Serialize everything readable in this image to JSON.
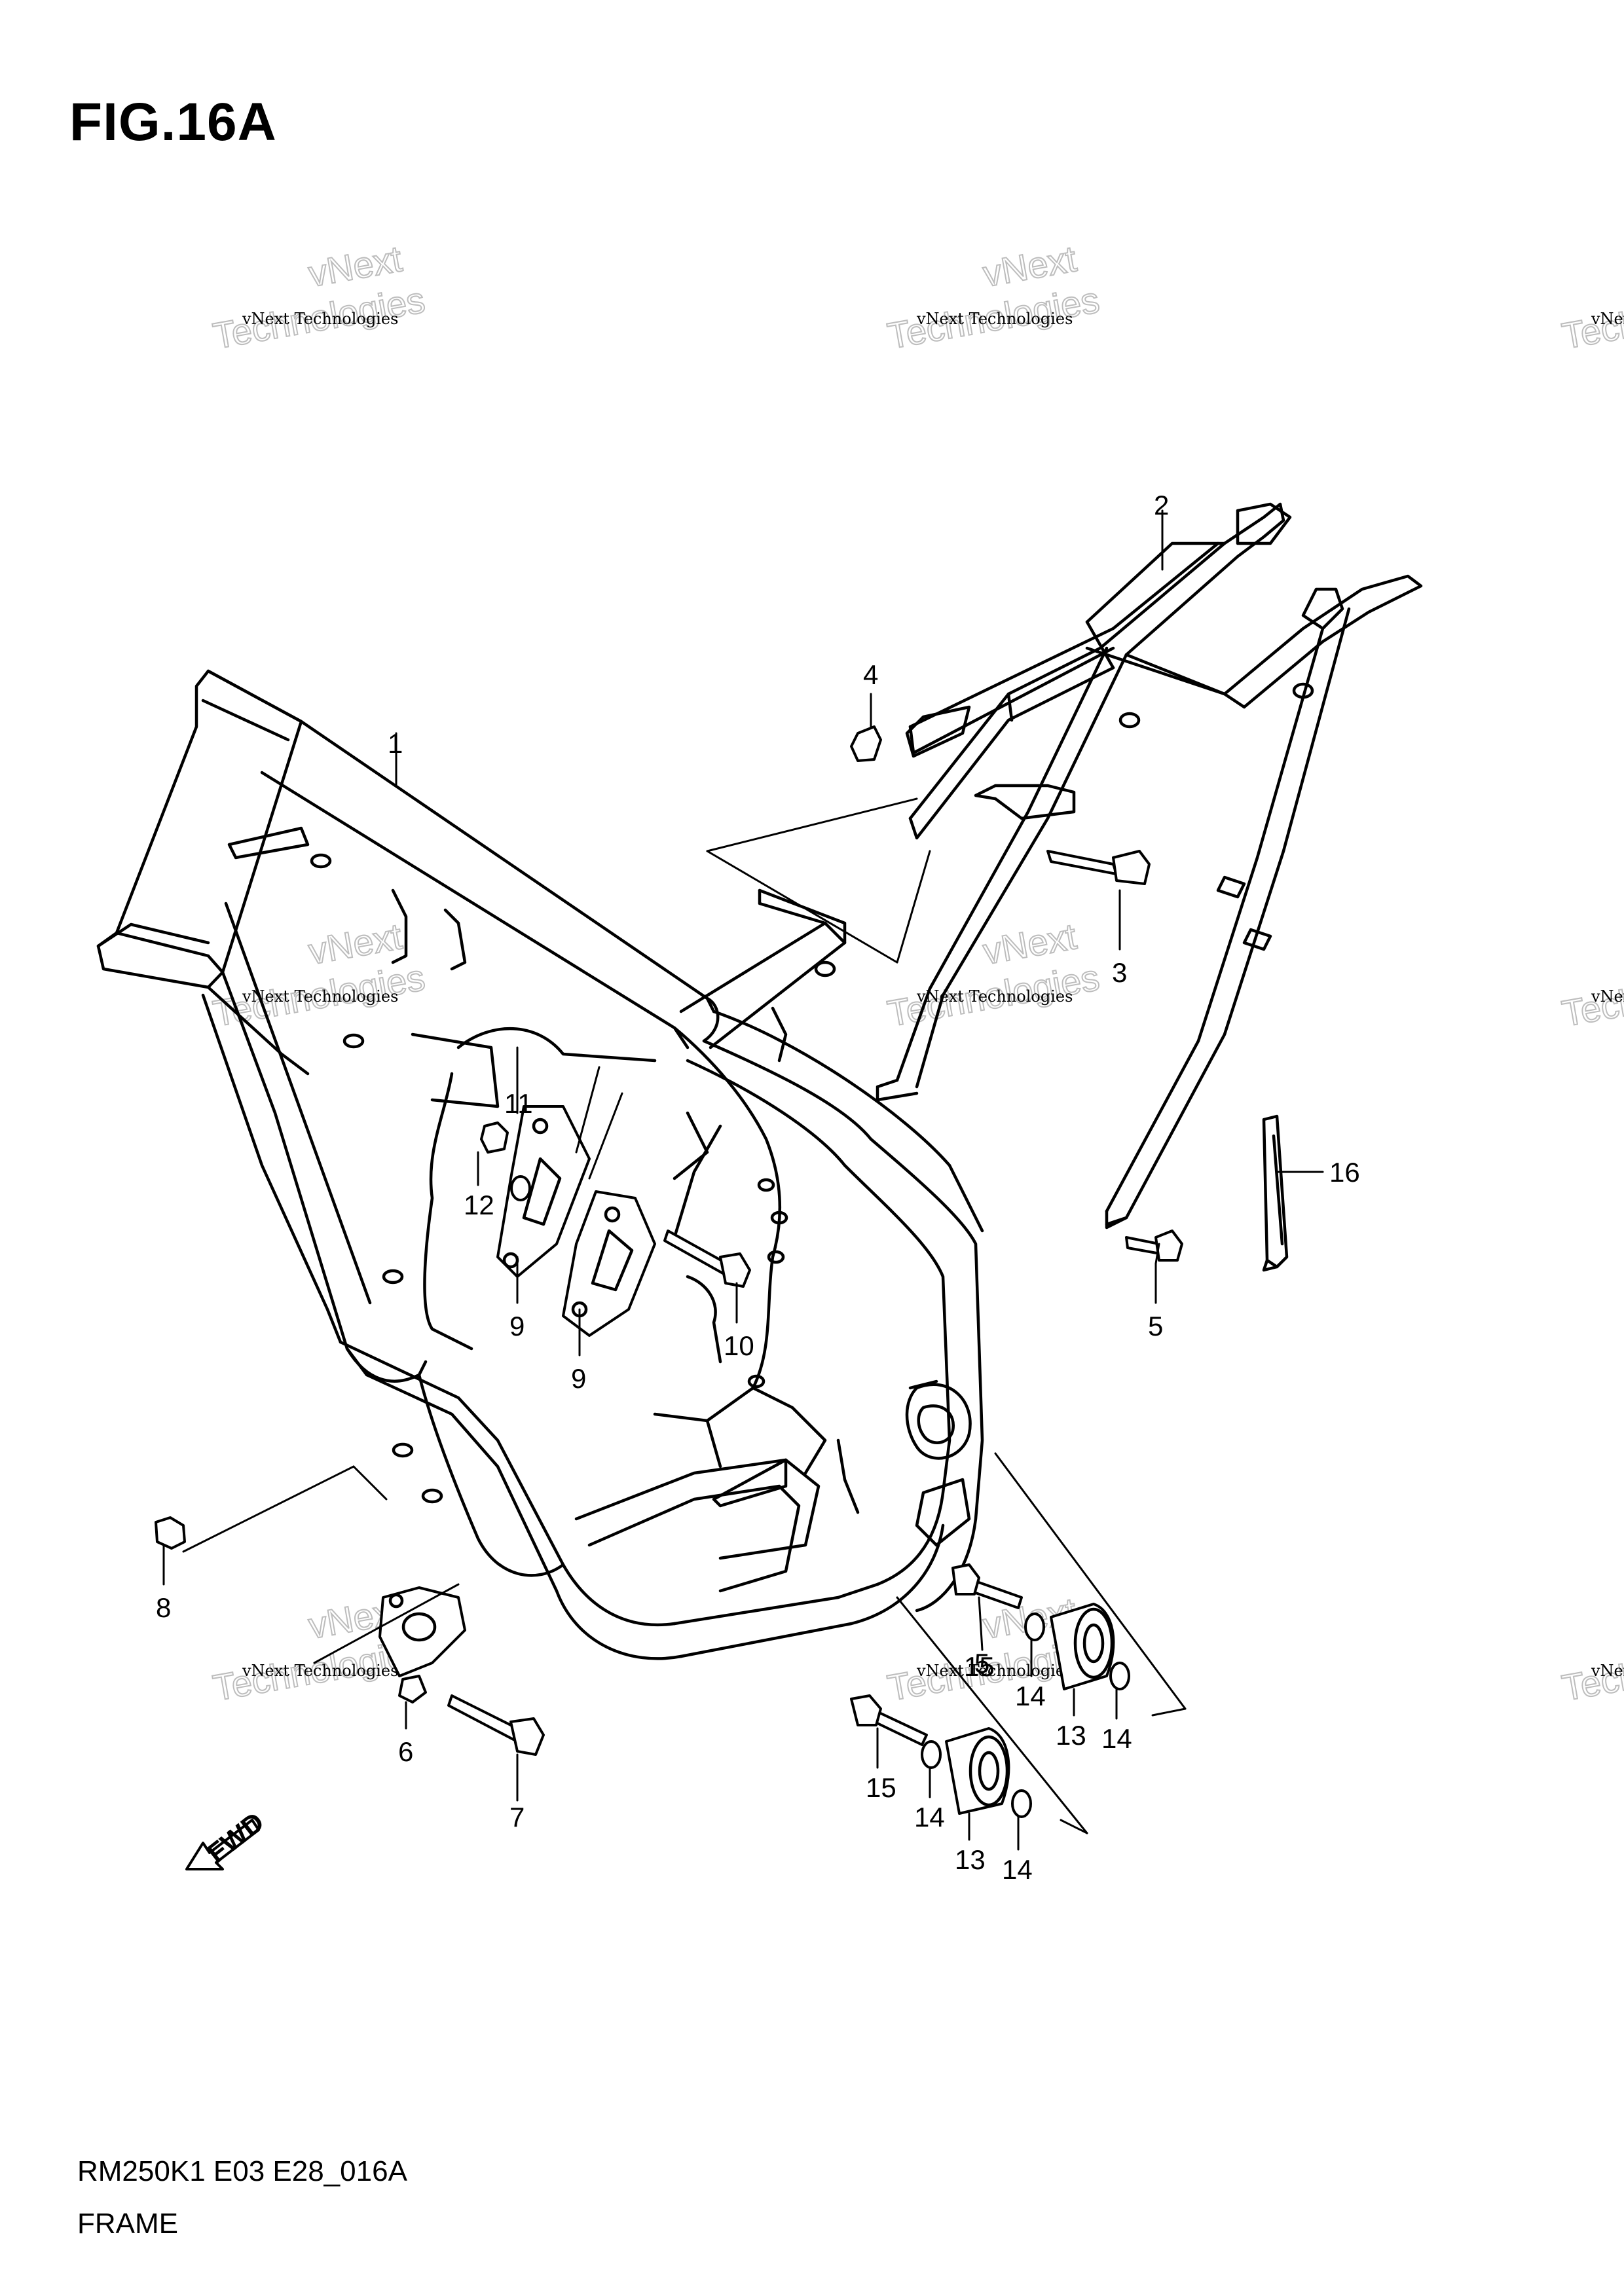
{
  "figure": {
    "title": "FIG.16A",
    "model_code": "RM250K1 E03 E28_016A",
    "section_name": "FRAME",
    "forward_marker": "FWD"
  },
  "callouts": [
    {
      "label": "1"
    },
    {
      "label": "2"
    },
    {
      "label": "3"
    },
    {
      "label": "4"
    },
    {
      "label": "5"
    },
    {
      "label": "5"
    },
    {
      "label": "6"
    },
    {
      "label": "7"
    },
    {
      "label": "8"
    },
    {
      "label": "9"
    },
    {
      "label": "9"
    },
    {
      "label": "10"
    },
    {
      "label": "11"
    },
    {
      "label": "12"
    },
    {
      "label": "13"
    },
    {
      "label": "13"
    },
    {
      "label": "14"
    },
    {
      "label": "14"
    },
    {
      "label": "14"
    },
    {
      "label": "14"
    },
    {
      "label": "15"
    },
    {
      "label": "15"
    },
    {
      "label": "16"
    }
  ],
  "watermark": {
    "small_text": "vNext Technologies",
    "large_line1": "vNext",
    "large_line2": "Technologies"
  }
}
